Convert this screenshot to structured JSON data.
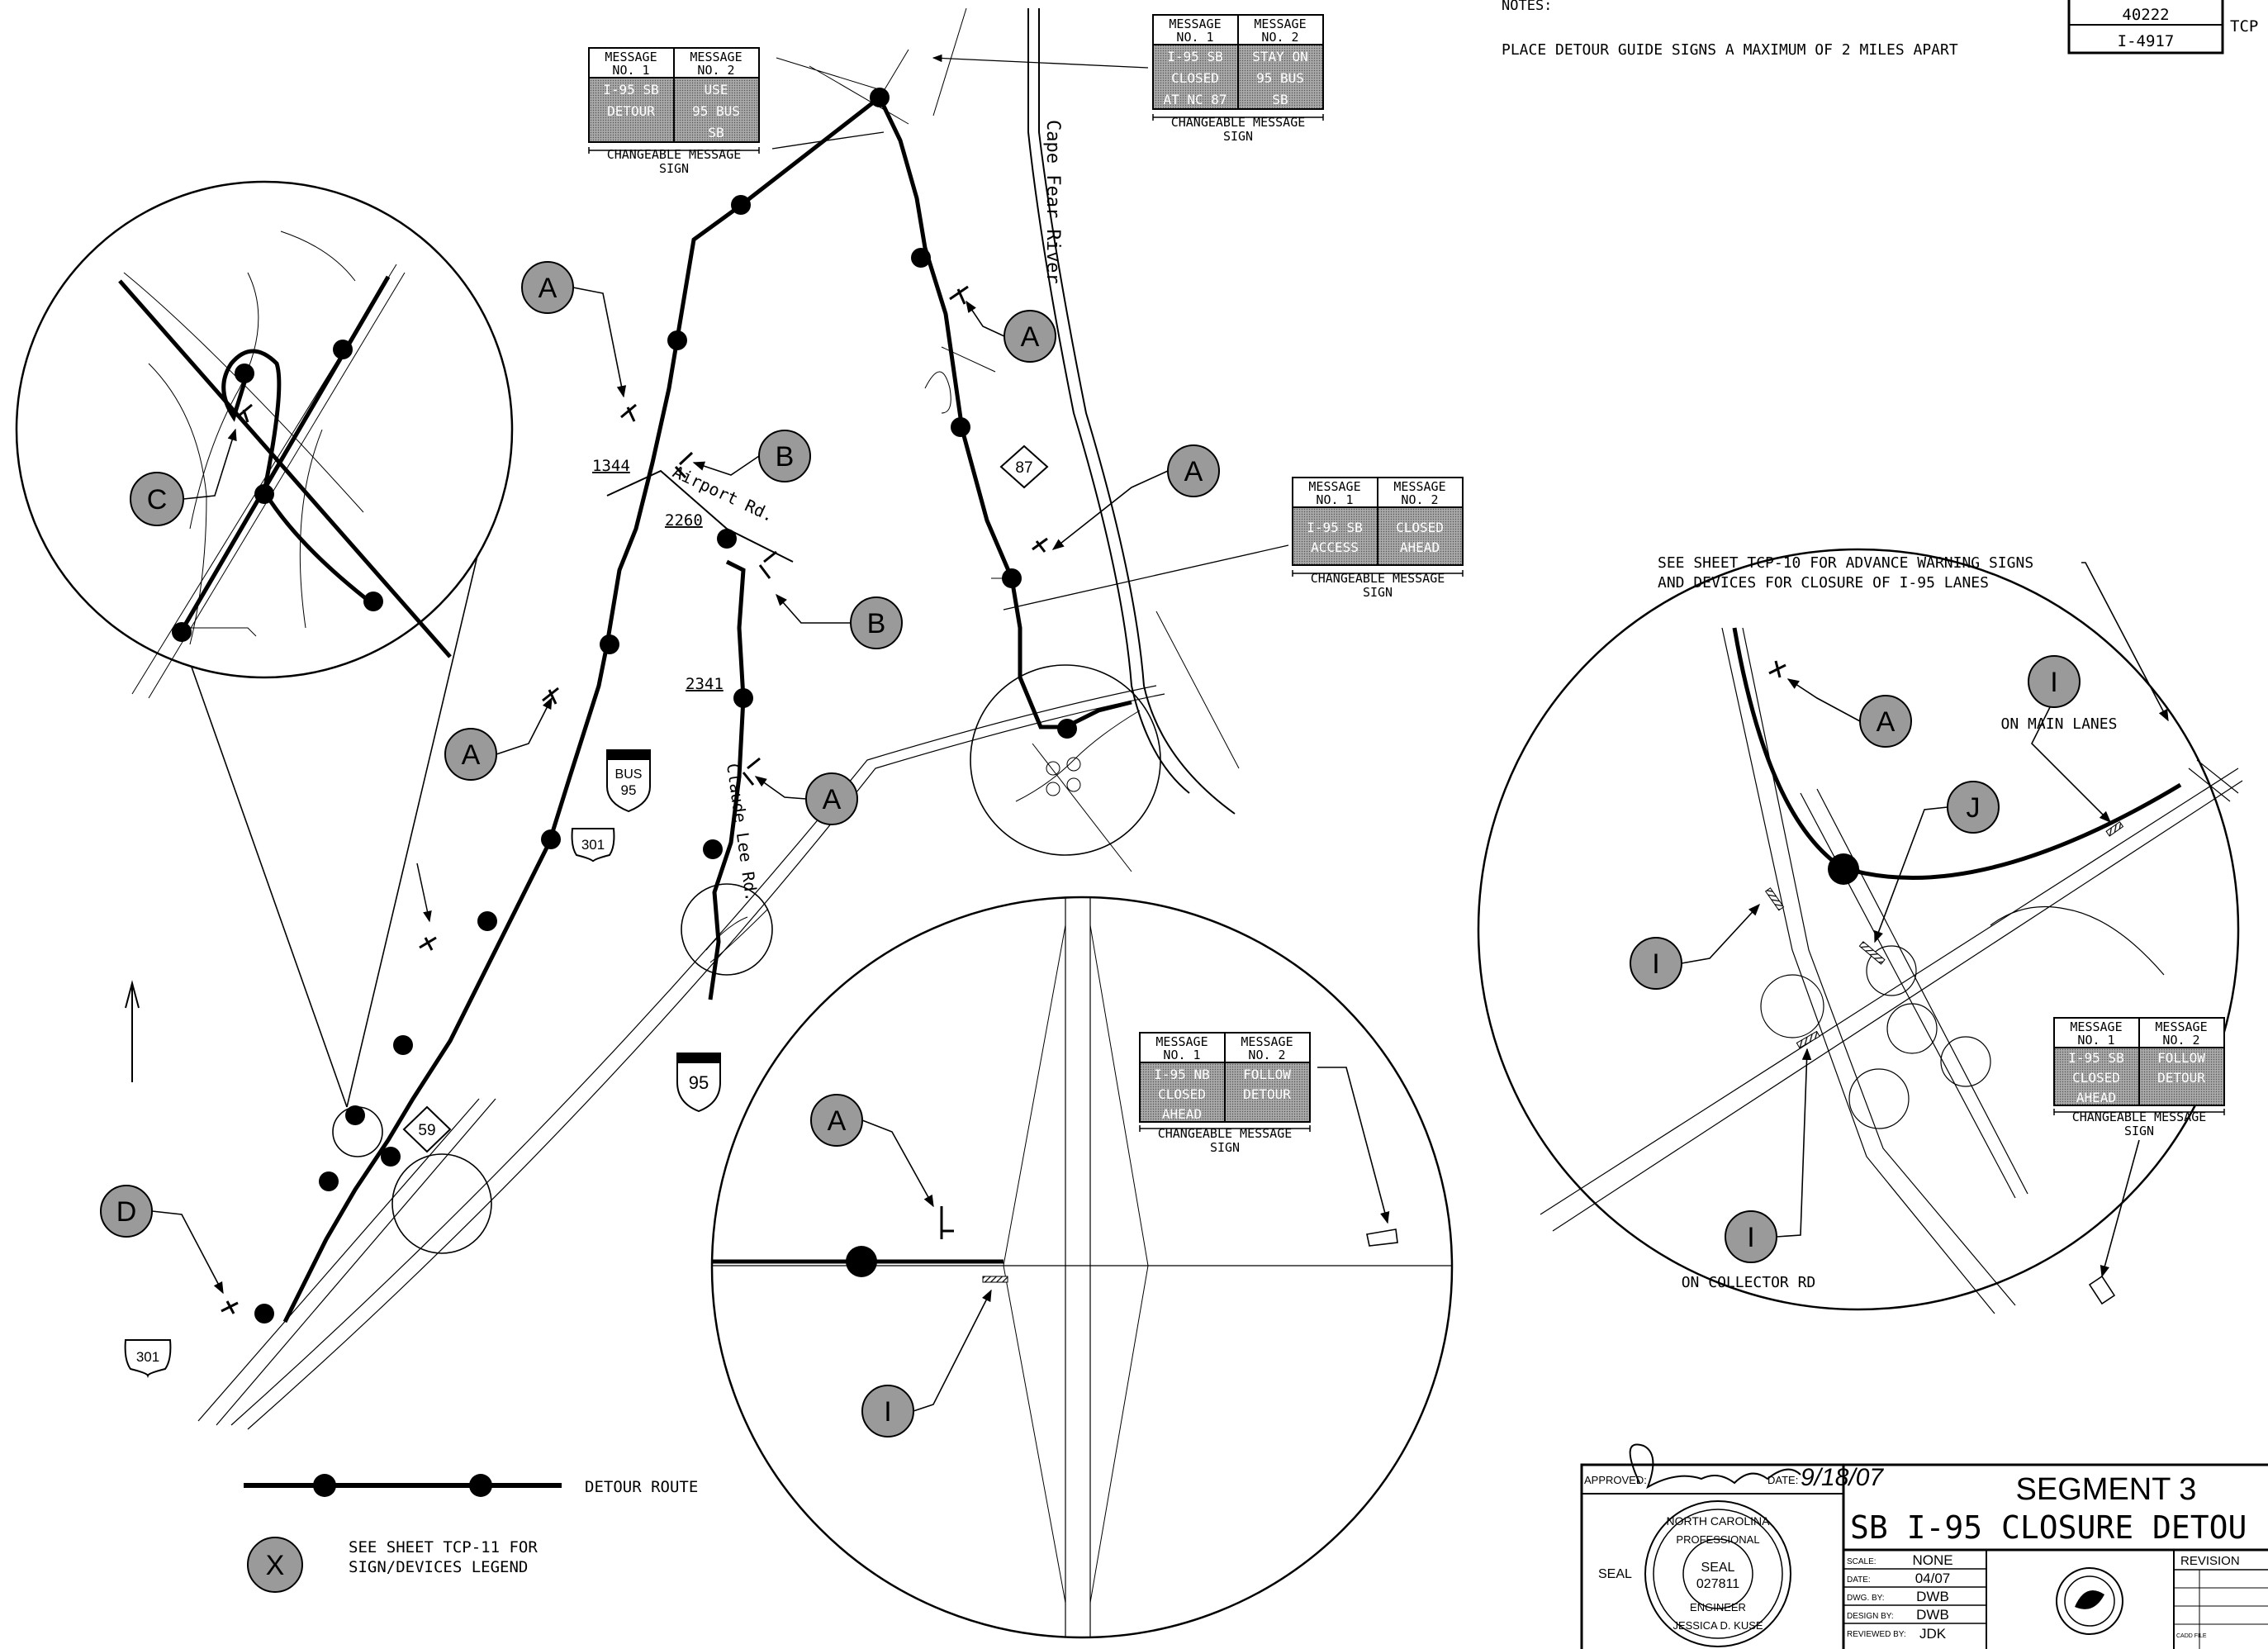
{
  "notes": {
    "heading": "NOTES:",
    "line1": "PLACE DETOUR GUIDE SIGNS A MAXIMUM OF 2 MILES APART"
  },
  "project": {
    "number": "40222",
    "tip": "I-4917",
    "sheet_prefix": "TCP"
  },
  "cms": {
    "header1": "MESSAGE NO. 1",
    "header2": "MESSAGE NO. 2",
    "footer": "CHANGEABLE MESSAGE SIGN",
    "sign1": {
      "m1": [
        "I-95 SB",
        "DETOUR"
      ],
      "m2": [
        "USE",
        "95 BUS",
        "SB"
      ]
    },
    "sign2": {
      "m1": [
        "I-95 SB",
        "CLOSED",
        "AT NC 87"
      ],
      "m2": [
        "STAY ON",
        "95 BUS",
        "SB"
      ]
    },
    "sign3": {
      "m1": [
        "I-95 SB",
        "ACCESS"
      ],
      "m2": [
        "CLOSED",
        "AHEAD"
      ]
    },
    "sign4": {
      "m1": [
        "I-95 NB",
        "CLOSED",
        "AHEAD"
      ],
      "m2": [
        "FOLLOW",
        "DETOUR"
      ]
    },
    "sign5": {
      "m1": [
        "I-95 SB",
        "CLOSED",
        "AHEAD"
      ],
      "m2": [
        "FOLLOW",
        "DETOUR"
      ]
    }
  },
  "map": {
    "river": "Cape Fear River",
    "roads": {
      "airport": "Airport Rd.",
      "claude_lee": "Claude Lee Rd.",
      "sr1344": "1344",
      "sr2260": "2260",
      "sr2341": "2341"
    },
    "shields": {
      "nc87": "87",
      "nc59": "59",
      "us301": "301",
      "bus95_top": "BUS",
      "bus95_num": "95",
      "i95": "95"
    },
    "callouts": {
      "A": "A",
      "B": "B",
      "C": "C",
      "D": "D",
      "I": "I",
      "J": "J",
      "X": "X"
    },
    "note_advance": [
      "SEE SHEET TCP-10 FOR ADVANCE WARNING SIGNS",
      "AND DEVICES FOR CLOSURE OF I-95 LANES"
    ],
    "on_main_lanes": "ON MAIN LANES",
    "on_collector": "ON COLLECTOR RD"
  },
  "legend": {
    "detour_route": "DETOUR ROUTE",
    "see_sheet": [
      "SEE SHEET TCP-11 FOR",
      "SIGN/DEVICES LEGEND"
    ]
  },
  "title_block": {
    "approved_label": "APPROVED:",
    "date_label": "DATE:",
    "signature_date": "9/18/07",
    "segment": "SEGMENT 3",
    "title": "SB I-95 CLOSURE DETOU",
    "seal_label": "SEAL",
    "seal": {
      "ring_top": "NORTH CAROLINA",
      "ring_prof": "PROFESSIONAL",
      "center": "SEAL",
      "number": "027811",
      "ring_eng": "ENGINEER",
      "name": "JESSICA D. KUSE"
    },
    "fields": [
      {
        "label": "SCALE:",
        "value": "NONE"
      },
      {
        "label": "DATE:",
        "value": "04/07"
      },
      {
        "label": "DWG. BY:",
        "value": "DWB"
      },
      {
        "label": "DESIGN BY:",
        "value": "DWB"
      },
      {
        "label": "REVIEWED BY:",
        "value": "JDK"
      }
    ],
    "revisions": "REVISION",
    "cadd": "CADD FILE"
  }
}
